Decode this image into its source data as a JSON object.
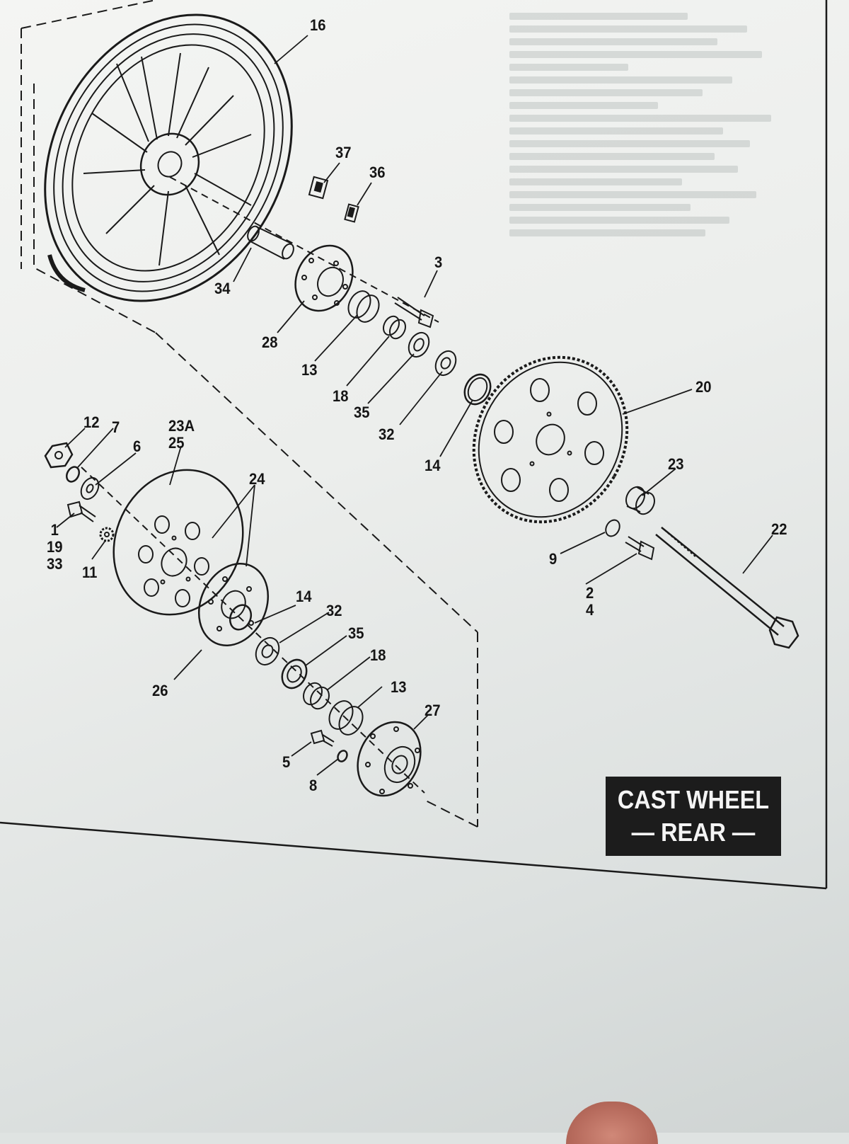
{
  "title_block": {
    "line1": "CAST WHEEL",
    "line2": "— REAR —"
  },
  "callouts": [
    {
      "id": "c16",
      "text": "16"
    },
    {
      "id": "c37",
      "text": "37"
    },
    {
      "id": "c36",
      "text": "36"
    },
    {
      "id": "c3",
      "text": "3"
    },
    {
      "id": "c34",
      "text": "34"
    },
    {
      "id": "c28",
      "text": "28"
    },
    {
      "id": "c13a",
      "text": "13"
    },
    {
      "id": "c18a",
      "text": "18"
    },
    {
      "id": "c35a",
      "text": "35"
    },
    {
      "id": "c32a",
      "text": "32"
    },
    {
      "id": "c14a",
      "text": "14"
    },
    {
      "id": "c20",
      "text": "20"
    },
    {
      "id": "c23",
      "text": "23"
    },
    {
      "id": "c22",
      "text": "22"
    },
    {
      "id": "c9",
      "text": "9"
    },
    {
      "id": "c2_4",
      "text": "2\n4"
    },
    {
      "id": "c12",
      "text": "12"
    },
    {
      "id": "c7",
      "text": "7"
    },
    {
      "id": "c6",
      "text": "6"
    },
    {
      "id": "c23a_25",
      "text": "23A\n25"
    },
    {
      "id": "c24",
      "text": "24"
    },
    {
      "id": "c1_19_33",
      "text": "1\n19\n33"
    },
    {
      "id": "c11",
      "text": "11"
    },
    {
      "id": "c14b",
      "text": "14"
    },
    {
      "id": "c32b",
      "text": "32"
    },
    {
      "id": "c35b",
      "text": "35"
    },
    {
      "id": "c18b",
      "text": "18"
    },
    {
      "id": "c13b",
      "text": "13"
    },
    {
      "id": "c27",
      "text": "27"
    },
    {
      "id": "c26",
      "text": "26"
    },
    {
      "id": "c5",
      "text": "5"
    },
    {
      "id": "c8",
      "text": "8"
    }
  ]
}
